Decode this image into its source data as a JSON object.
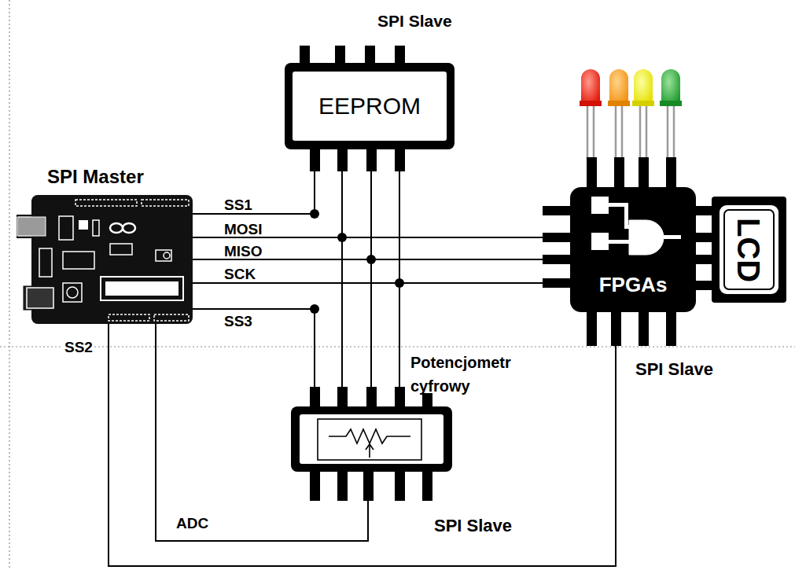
{
  "diagram": {
    "nodes": [
      {
        "text": [
          "EEPROM",
          "SPI Slave"
        ]
      },
      {
        "text": [
          "SPI Master"
        ]
      },
      {
        "text": [
          "FPGAs",
          "SPI Slave"
        ]
      },
      {
        "text": [
          "LCD"
        ]
      },
      {
        "text": [
          "Potencjometr cyfrowy",
          "SPI Slave"
        ]
      }
    ],
    "edges": [
      {
        "from": 1,
        "to": 0,
        "label": "SS1",
        "arrow": "none"
      },
      {
        "from": 1,
        "to": 0,
        "arrow": "none"
      },
      {
        "from": 1,
        "to": 0,
        "arrow": "none"
      },
      {
        "from": 1,
        "to": 0,
        "arrow": "none"
      },
      {
        "from": 1,
        "to": 2,
        "label": "MOSI",
        "arrow": "none"
      },
      {
        "from": 1,
        "to": 2,
        "label": "MISO",
        "arrow": "none"
      },
      {
        "from": 1,
        "to": 2,
        "label": "SCK",
        "arrow": "none"
      },
      {
        "from": 1,
        "to": 4,
        "arrow": "none"
      },
      {
        "from": 1,
        "to": 4,
        "arrow": "none"
      },
      {
        "from": 1,
        "to": 4,
        "arrow": "none"
      },
      {
        "from": 1,
        "to": 4,
        "label": "SS3",
        "arrow": "none"
      },
      {
        "from": 1,
        "to": 2,
        "label": "SS2",
        "arrow": "none"
      },
      {
        "from": 1,
        "to": 4,
        "label": "ADC",
        "arrow": "none"
      }
    ]
  }
}
